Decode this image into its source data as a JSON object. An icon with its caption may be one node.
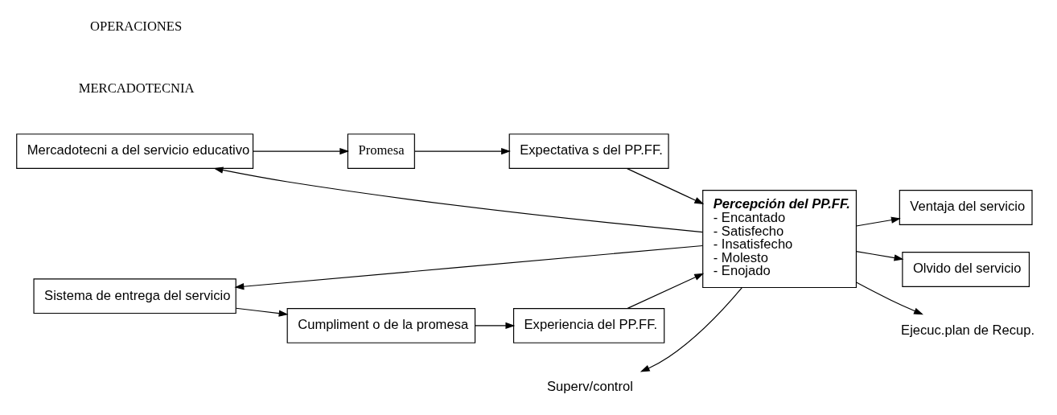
{
  "diagram": {
    "nodes": [
      {
        "text": [
          "Mercadotecni a del servicio educativo"
        ]
      },
      {
        "text": [
          "Promesa"
        ]
      },
      {
        "text": [
          "Expectativa s del PP.FF."
        ]
      },
      {
        "text": [
          "Percepción del PP.FF.",
          "- Encantado",
          "- Satisfecho",
          "- Insatisfecho",
          "- Molesto",
          "- Enojado"
        ]
      },
      {
        "text": [
          "Ventaja del servicio"
        ]
      },
      {
        "text": [
          "Sistema de entrega del servicio"
        ]
      },
      {
        "text": [
          "Cumpliment o de la promesa"
        ]
      },
      {
        "text": [
          "Experiencia del PP.FF."
        ]
      },
      {
        "text": [
          "Olvido del servicio"
        ]
      },
      {
        "text": [
          "Superv/control"
        ]
      },
      {
        "text": [
          "Ejecuc.plan de Recup."
        ]
      }
    ],
    "edges": [
      {
        "from": 0,
        "to": 1,
        "arrow": "to"
      },
      {
        "from": 1,
        "to": 2,
        "arrow": "to"
      },
      {
        "from": 2,
        "to": 3,
        "arrow": "to"
      },
      {
        "from": 3,
        "to": 4,
        "arrow": "to"
      },
      {
        "from": 3,
        "to": 0,
        "arrow": "to"
      },
      {
        "from": 5,
        "to": 6,
        "arrow": "to"
      },
      {
        "from": 6,
        "to": 7,
        "arrow": "to"
      },
      {
        "from": 7,
        "to": 3,
        "arrow": "to"
      },
      {
        "from": 3,
        "to": 8,
        "arrow": "to"
      },
      {
        "from": 3,
        "to": 5,
        "arrow": "to"
      },
      {
        "from": 3,
        "to": 9,
        "arrow": "to"
      },
      {
        "from": 3,
        "to": 10,
        "arrow": "to"
      }
    ],
    "labels": [
      "MERCADOTECNIA",
      "OPERACIONES"
    ]
  }
}
